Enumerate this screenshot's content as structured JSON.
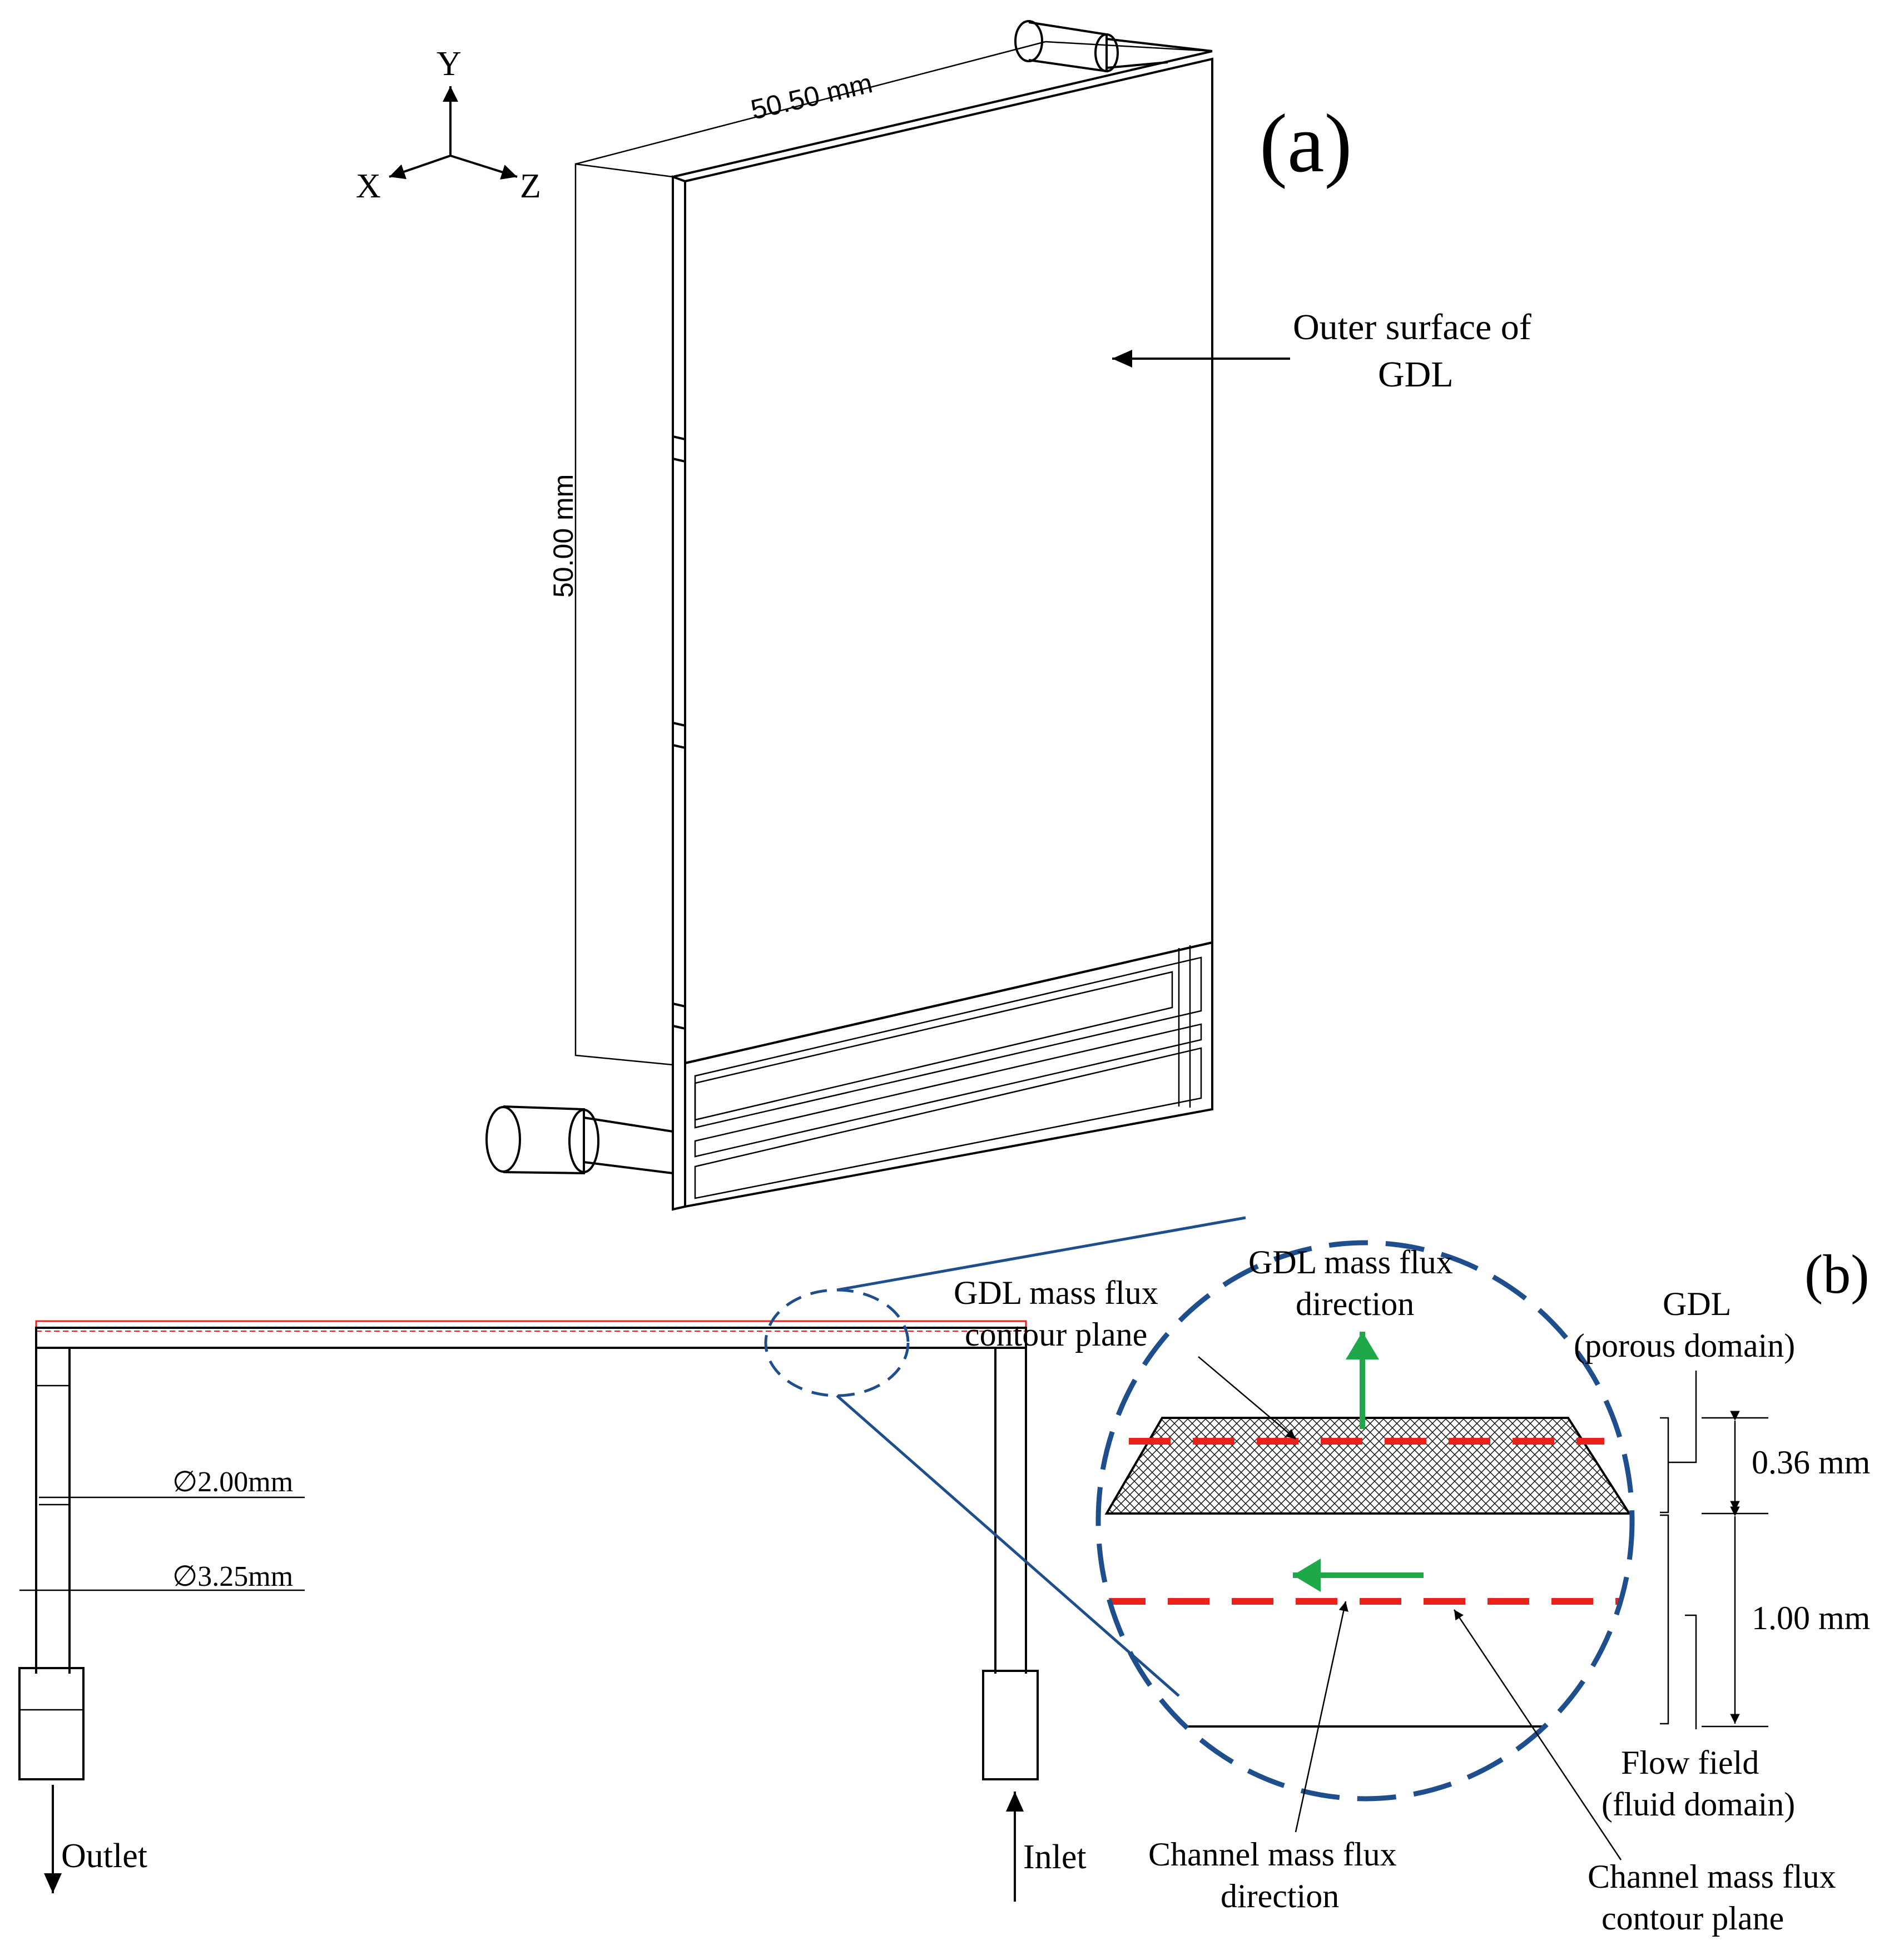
{
  "panel_a": {
    "label": "(a)",
    "axes": {
      "y": "Y",
      "x": "X",
      "z": "Z"
    },
    "dim_width": "50.50 mm",
    "dim_height": "50.00 mm",
    "callout_line1": "Outer surface of",
    "callout_line2": "GDL"
  },
  "panel_b": {
    "label": "(b)",
    "gdl_plane_line1": "GDL mass flux",
    "gdl_plane_line2": "contour plane",
    "gdl_dir_line1": "GDL mass flux",
    "gdl_dir_line2": "direction",
    "gdl_line1": "GDL",
    "gdl_line2": "(porous domain)",
    "dim_gdl": "0.36 mm",
    "dim_channel": "1.00 mm",
    "flow_line1": "Flow field",
    "flow_line2": "(fluid domain)",
    "channel_dir_line1": "Channel mass flux",
    "channel_dir_line2": "direction",
    "channel_plane_line1": "Channel mass flux",
    "channel_plane_line2": "contour plane",
    "diameter_small": "∅2.00mm",
    "diameter_large": "∅3.25mm",
    "outlet": "Outlet",
    "inlet": "Inlet"
  },
  "colors": {
    "zoom_outline": "#1f4e8c",
    "contour_plane": "#e8211b",
    "flux_arrow": "#1fa84a"
  }
}
